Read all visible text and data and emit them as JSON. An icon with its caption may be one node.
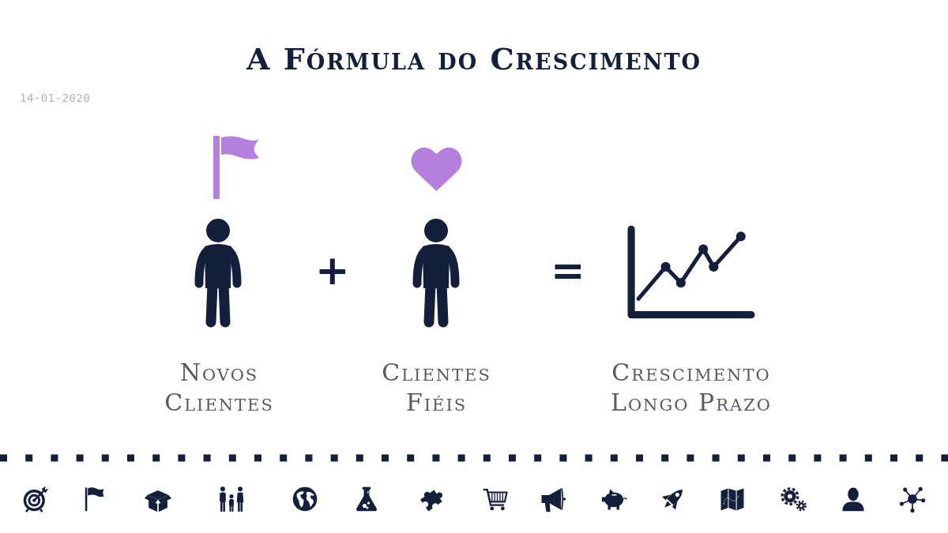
{
  "diagram": {
    "title": "A Fórmula do Crescimento",
    "nodes": [
      {
        "text": [
          "Novos Clientes"
        ]
      },
      {
        "text": [
          "Clientes Fiéis"
        ]
      },
      {
        "text": [
          "Crescimento Longo Prazo"
        ]
      }
    ],
    "labels": [
      "14-01-2020",
      "+",
      "="
    ]
  }
}
